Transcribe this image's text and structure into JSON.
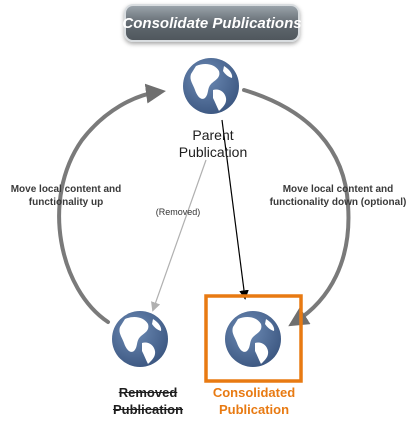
{
  "title": "Consolidate Publications",
  "nodes": {
    "parent": {
      "line1": "Parent",
      "line2": "Publication",
      "icon": "globe-icon"
    },
    "removed": {
      "line1": "Removed",
      "line2": "Publication",
      "icon": "globe-icon"
    },
    "consolidated": {
      "line1": "Consolidated",
      "line2": "Publication",
      "icon": "globe-icon"
    }
  },
  "edges": {
    "up": {
      "line1": "Move local content and",
      "line2": "functionality up"
    },
    "down": {
      "line1": "Move local content and",
      "line2": "functionality down (optional)"
    },
    "removed": "(Removed)"
  },
  "colors": {
    "globe": "#4d6b95",
    "highlight": "#e87a12",
    "cycle_arrow": "#7a7a7a",
    "link_active": "#000000",
    "link_removed": "#b0b0b0"
  }
}
